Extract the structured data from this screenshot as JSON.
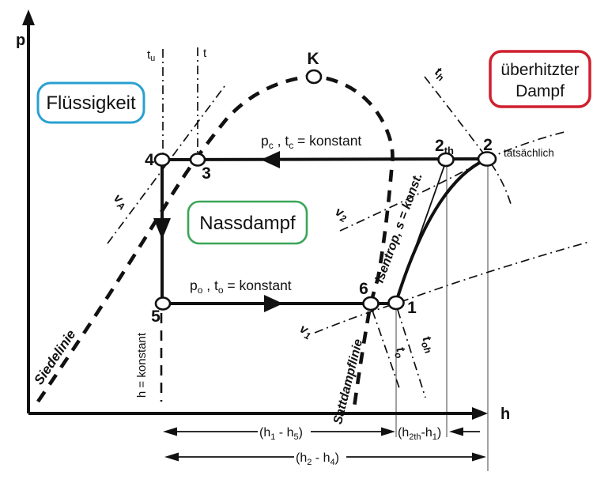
{
  "colors": {
    "ink": "#111111",
    "liquid_border": "#29a0d0",
    "wet_border": "#3aa558",
    "superheat_border": "#cf1f2e"
  },
  "axes": {
    "y_label": "p",
    "x_label": "h"
  },
  "regions": {
    "liquid": "Flüssigkeit",
    "wet": "Nassdampf",
    "superheat_line1": "überhitzter",
    "superheat_line2": "Dampf"
  },
  "points": {
    "k": "K",
    "n1": "1",
    "n2": "2",
    "n2th": {
      "base": "2",
      "sub": "th"
    },
    "n3": "3",
    "n4": "4",
    "n5": "5",
    "n6": "6"
  },
  "notes": {
    "tatsaechlich": "tatsächlich",
    "isentrope": "isentrop, s = konst.",
    "siedelinie": "Siedelinie",
    "sattdampflinie": "Sattdampflinie",
    "h_konstant": "h = konstant"
  },
  "isolines": {
    "t_u": {
      "base": "t",
      "sub": "u"
    },
    "t": {
      "base": "t"
    },
    "t_h": {
      "base": "t",
      "sub": "h"
    },
    "t_o": {
      "base": "t",
      "sub": "o"
    },
    "t_oh": {
      "base": "t",
      "sub": "oh"
    },
    "v_A": {
      "base": "v",
      "sub": "A"
    },
    "v_1": {
      "base": "v",
      "sub": "1"
    },
    "v_2": {
      "base": "v",
      "sub": "2"
    }
  },
  "isobars": {
    "pc": {
      "p": "p",
      "p_sub": "c",
      "t": " , t",
      "t_sub": "c",
      "rest": " = konstant"
    },
    "po": {
      "p": "p",
      "p_sub": "o",
      "t": " , t",
      "t_sub": "o",
      "rest": " = konstant"
    }
  },
  "dimensions": {
    "d1": {
      "a": "(h",
      "s1": "1",
      "b": " - h",
      "s2": "5",
      "c": ")"
    },
    "d2": {
      "a": "(h",
      "s1": "2th",
      "b": "-h",
      "s2": "1",
      "c": ")"
    },
    "d3": {
      "a": "(h",
      "s1": "2",
      "b": " - h",
      "s2": "4",
      "c": ")"
    }
  }
}
